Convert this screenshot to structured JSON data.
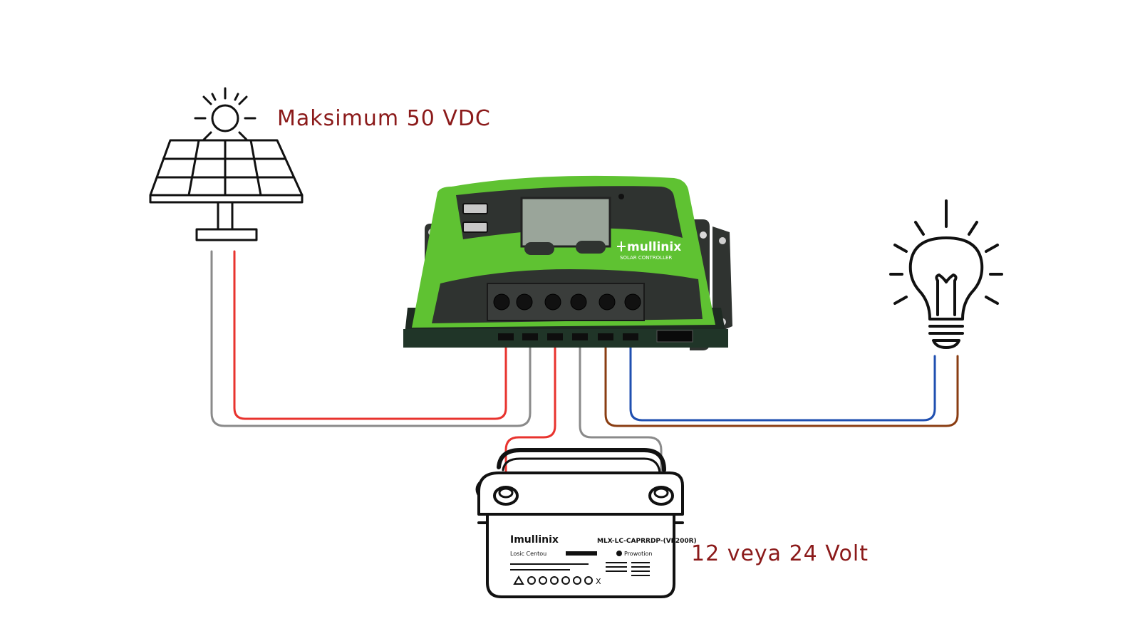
{
  "labels": {
    "panel_voltage": "Maksimum 50 VDC",
    "battery_voltage": "12 veya 24 Volt"
  },
  "controller": {
    "brand": "mullinix",
    "subtitle": "SOLAR CONTROLLER"
  },
  "battery": {
    "brand": "Imullinix",
    "model": "MLX-LC-CAPRRDP-(VE200R)",
    "line1": "Losic Centou",
    "line2": "Prowotion",
    "line3": "X"
  },
  "colors": {
    "label": "#8b1a1a",
    "controller_green": "#5fc232",
    "controller_dark": "#2f3330",
    "wire_red": "#e8332e",
    "wire_gray": "#8a8a8a",
    "wire_brown": "#8a3d12",
    "wire_blue": "#1f4fb0",
    "outline": "#111111"
  },
  "icons": [
    "sun-icon",
    "solar-panel-icon",
    "light-bulb-icon",
    "battery-icon"
  ]
}
